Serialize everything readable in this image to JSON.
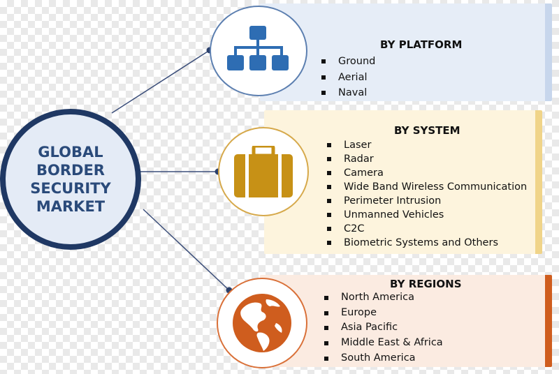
{
  "hub": {
    "title": "GLOBAL\nBORDER\nSECURITY\nMARKET"
  },
  "colors": {
    "hub_border": "#1f3864",
    "hub_fill": "#e4ebf6",
    "platform_accent": "#2e6db3",
    "system_accent": "#c79116",
    "regions_accent": "#cf5d1e",
    "connector": "#3b4e7a"
  },
  "platform": {
    "title": "BY PLATFORM",
    "icon": "hierarchy-icon",
    "items": [
      "Ground",
      "Aerial",
      "Naval"
    ]
  },
  "system": {
    "title": "BY SYSTEM",
    "icon": "briefcase-icon",
    "items": [
      "Laser",
      "Radar",
      "Camera",
      "Wide Band Wireless Communication",
      "Perimeter Intrusion",
      "Unmanned Vehicles",
      "C2C",
      "Biometric Systems and Others"
    ]
  },
  "regions": {
    "title": "BY REGIONS",
    "icon": "globe-icon",
    "items": [
      "North America",
      "Europe",
      "Asia Pacific",
      "Middle East & Africa",
      "South America"
    ]
  }
}
